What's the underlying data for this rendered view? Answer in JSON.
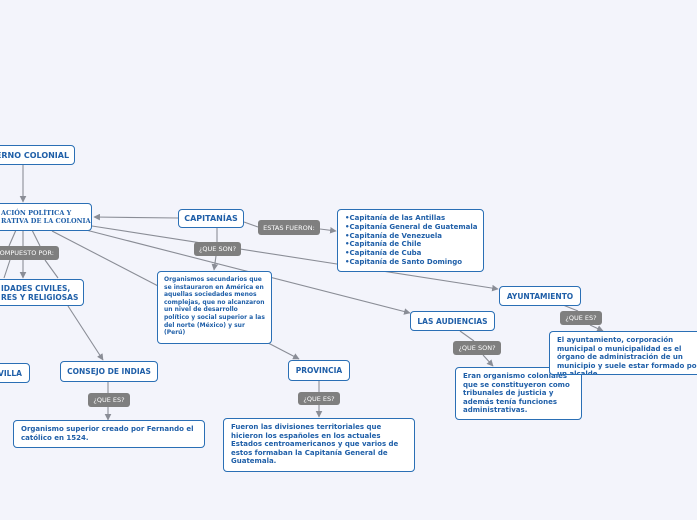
{
  "colors": {
    "background": "#f3f4fb",
    "node_border": "#2a6fb5",
    "node_text": "#1f5fa8",
    "connector": "#8a8d96",
    "pill": "#7f7f7f"
  },
  "nodes": {
    "gobierno": "ERNO COLONIAL",
    "organizacion_line1": "ACIÓN POLÍTICA Y",
    "organizacion_line2": "RATIVA DE LA COLONIA",
    "autoridades_line1": "IDADES CIVILES,",
    "autoridades_line2": "RES Y RELIGIOSAS",
    "sevilla": "VILLA",
    "consejo": "CONSEJO DE INDIAS",
    "consejo_desc": "Organismo superior creado por Fernando el católico en 1524.",
    "capitanias": "CAPITANÍAS",
    "capitanias_desc": "Organismos secundarios que se instauraron en América en aquellas sociedades menos complejas, que no alcanzaron un nivel de desarrollo político y social superior a las del norte (México) y sur (Perú)",
    "capitanias_list": [
      "•Capitanía de las Antillas",
      "•Capitanía General de Guatemala",
      "•Capitanía de Venezuela",
      "•Capitanía de Chile",
      "•Capitanía de Cuba",
      "•Capitanía de Santo Domingo"
    ],
    "provincia": "PROVINCIA",
    "provincia_desc": "Fueron las divisiones territoriales que hicieron los españoles en los actuales Estados centroamericanos y que varios de estos formaban la Capitanía General de Guatemala.",
    "audiencias": "LAS AUDIENCIAS",
    "audiencias_desc": "Eran organismo coloniales que se constituyeron como tribunales de justicia y además tenía funciones administrativas.",
    "ayuntamiento": "AYUNTAMIENTO",
    "ayuntamiento_desc": "El ayuntamiento, corporación municipal o municipalidad es el órgano de administración de un municipio y suele estar formado por un alcalde."
  },
  "pills": {
    "compuesto": "COMPUESTO POR:",
    "estas_fueron": "ESTAS FUERON:",
    "que_son_capitanias": "¿QUE SON?",
    "que_es_consejo": "¿QUE ES?",
    "que_es_provincia": "¿QUE ES?",
    "que_son_audiencias": "¿QUE SON?",
    "que_es_ayuntamiento": "¿QUE ES?"
  }
}
